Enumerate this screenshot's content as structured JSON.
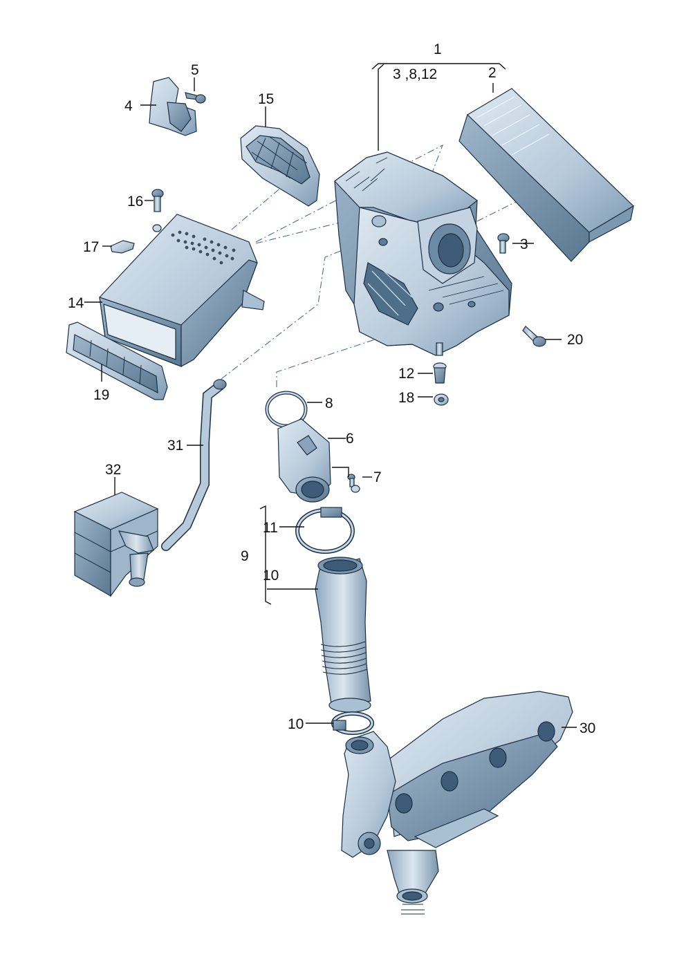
{
  "diagram": {
    "colors": {
      "part_fill": "#c9d8e6",
      "part_shade": "#93abc2",
      "part_dark": "#5f7d98",
      "outline": "#1b2f42",
      "leader": "#111111",
      "dash": "#4a6e8a"
    },
    "callouts": {
      "c1": "1",
      "c1_sub": "3 ,8,12",
      "c2": "2",
      "c3": "3",
      "c4": "4",
      "c5": "5",
      "c6": "6",
      "c7": "7",
      "c8": "8",
      "c9": "9",
      "c10a": "10",
      "c10b": "10",
      "c11": "11",
      "c12": "12",
      "c14": "14",
      "c15": "15",
      "c16": "16",
      "c17": "17",
      "c18": "18",
      "c19": "19",
      "c20": "20",
      "c30": "30",
      "c31": "31",
      "c32": "32"
    }
  }
}
